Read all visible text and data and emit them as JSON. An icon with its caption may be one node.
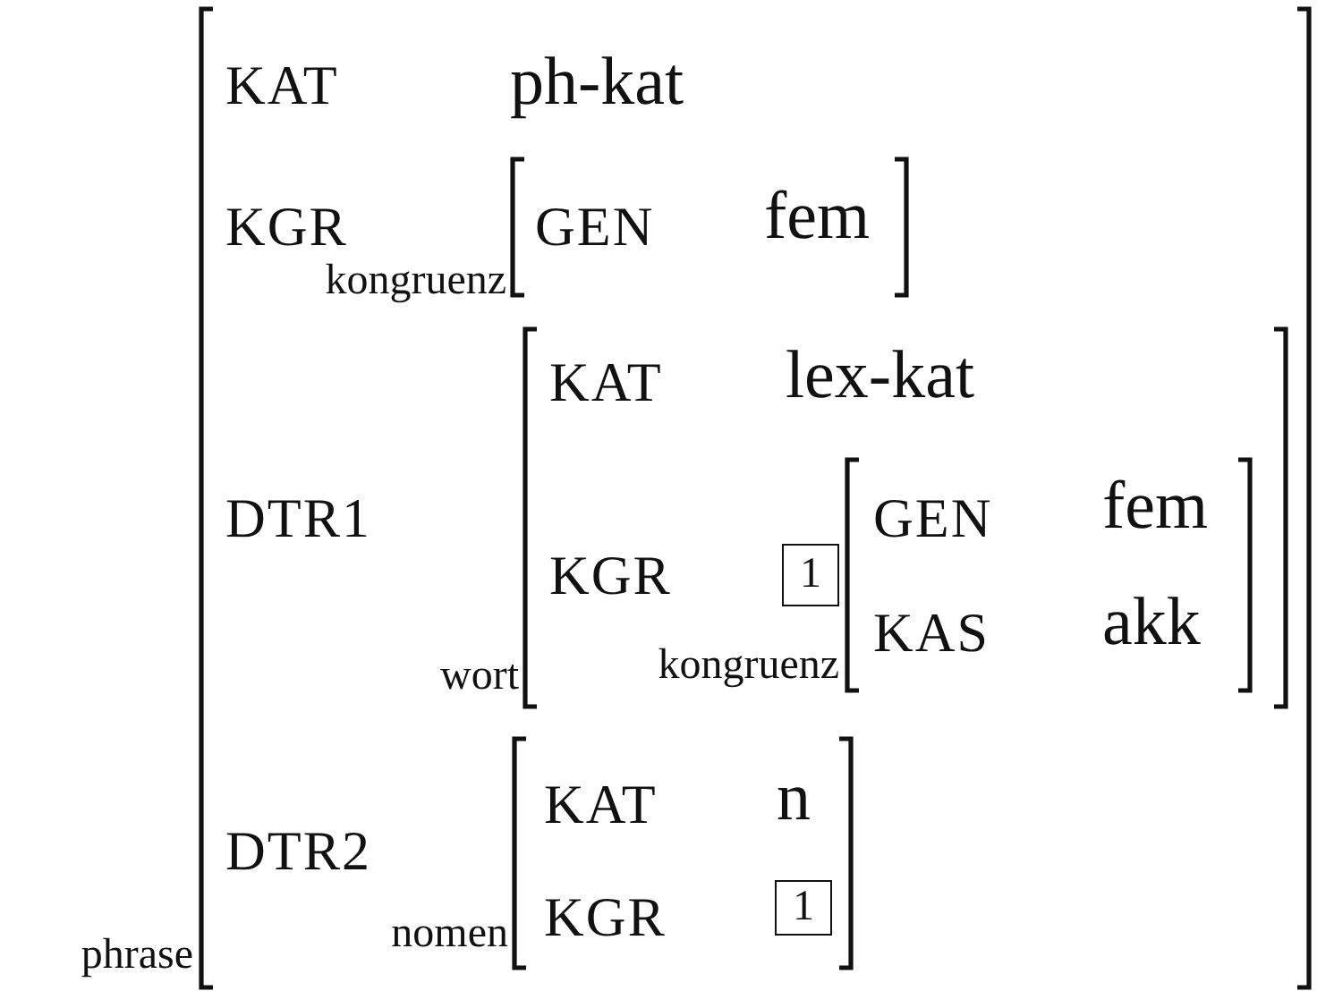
{
  "diagram": {
    "nodes": [
      {
        "text": [
          "KAT",
          "ph-kat",
          "KGR",
          "DTR1",
          "DTR2"
        ],
        "beside": [
          "phrase"
        ]
      },
      {
        "text": [
          "GEN",
          "fem"
        ],
        "beside": [
          "kongruenz"
        ],
        "in": 0
      },
      {
        "text": [
          "KAT",
          "lex-kat",
          "KGR"
        ],
        "beside": [
          "wort"
        ],
        "in": 0
      },
      {
        "text": [
          "1"
        ],
        "in": 2
      },
      {
        "text": [
          "GEN",
          "fem",
          "KAS",
          "akk"
        ],
        "beside": [
          "kongruenz"
        ],
        "in": 2
      },
      {
        "text": [
          "KAT",
          "n",
          "KGR"
        ],
        "beside": [
          "nomen"
        ],
        "in": 0
      },
      {
        "text": [
          "1"
        ],
        "in": 5
      }
    ]
  }
}
